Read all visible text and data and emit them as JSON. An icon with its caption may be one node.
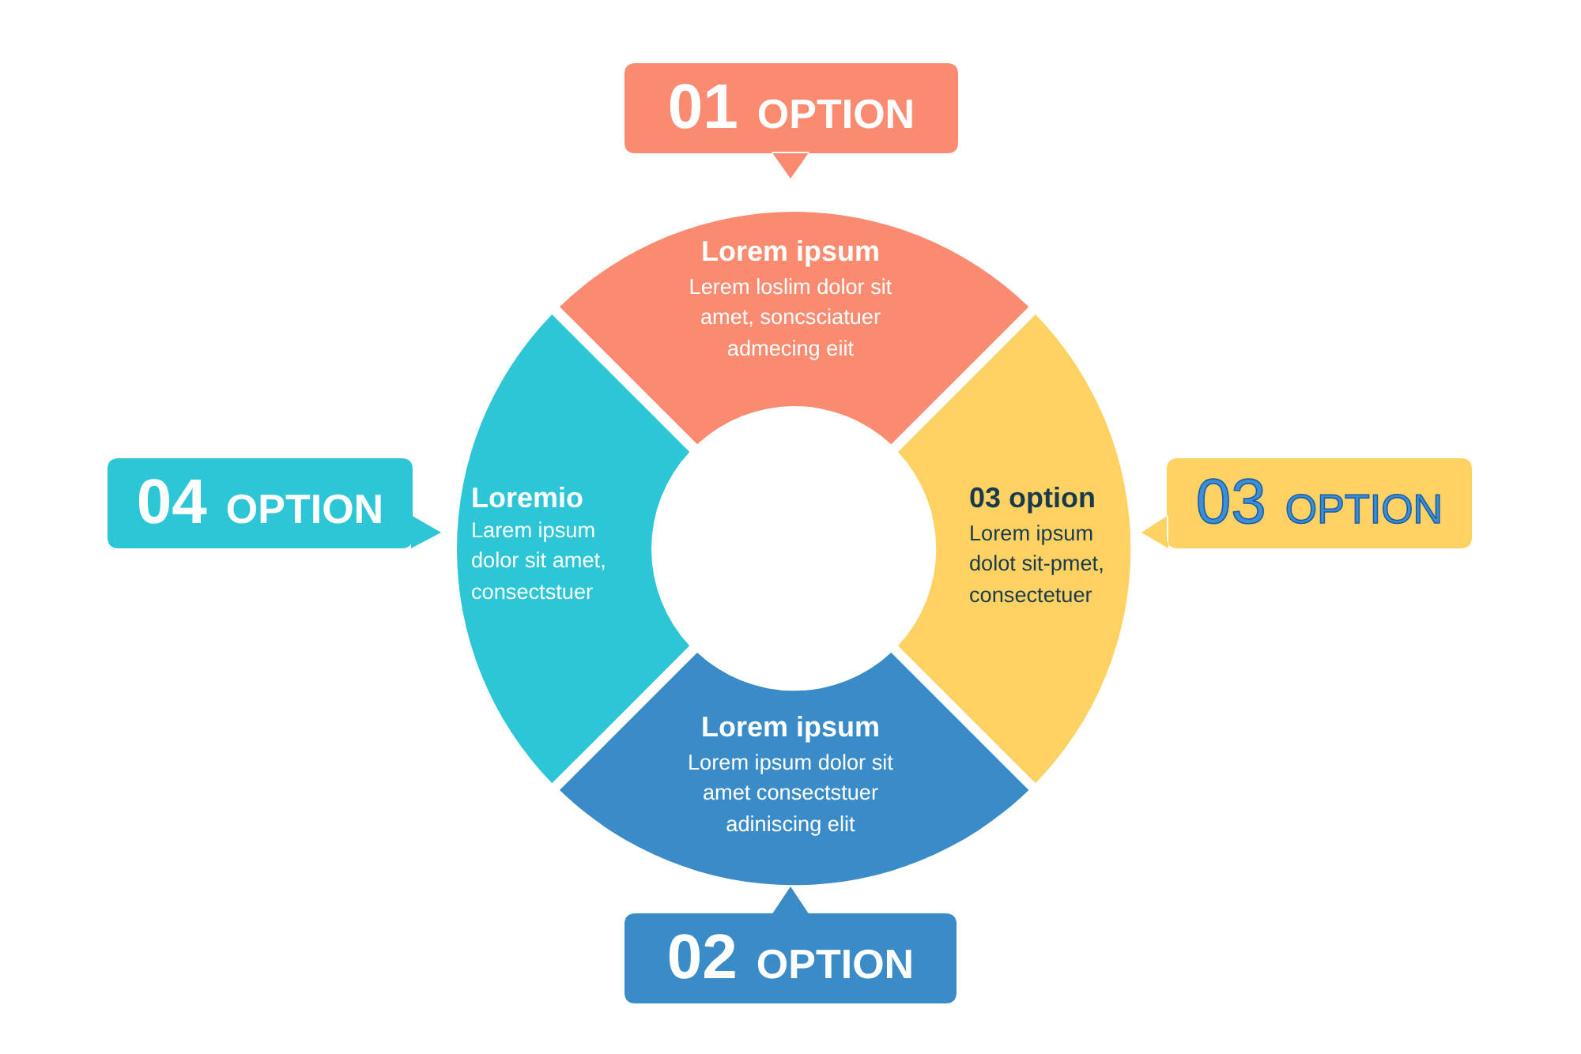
{
  "diagram": {
    "nodes": [
      {
        "text": [
          "01",
          "OPTION"
        ]
      },
      {
        "text": [
          "Lorem ipsum",
          "Lerem loslim dolor sit amet, soncsciatuer admecing eiit"
        ]
      },
      {
        "text": [
          "04",
          "OPTION"
        ]
      },
      {
        "text": [
          "Loremio",
          "Larem ipsum dolor sit amet, consectstuer"
        ]
      },
      {
        "text": [
          "03 option",
          "Lorem ipsum dolot sit-pmet, consectetuer"
        ]
      },
      {
        "text": [
          "03",
          "OPTION"
        ]
      },
      {
        "text": [
          "Lorem ipsum",
          "Lorem ipsum dolor sit amet consectstuer adiniscing elit"
        ]
      },
      {
        "text": [
          "02",
          "OPTION"
        ]
      }
    ]
  }
}
